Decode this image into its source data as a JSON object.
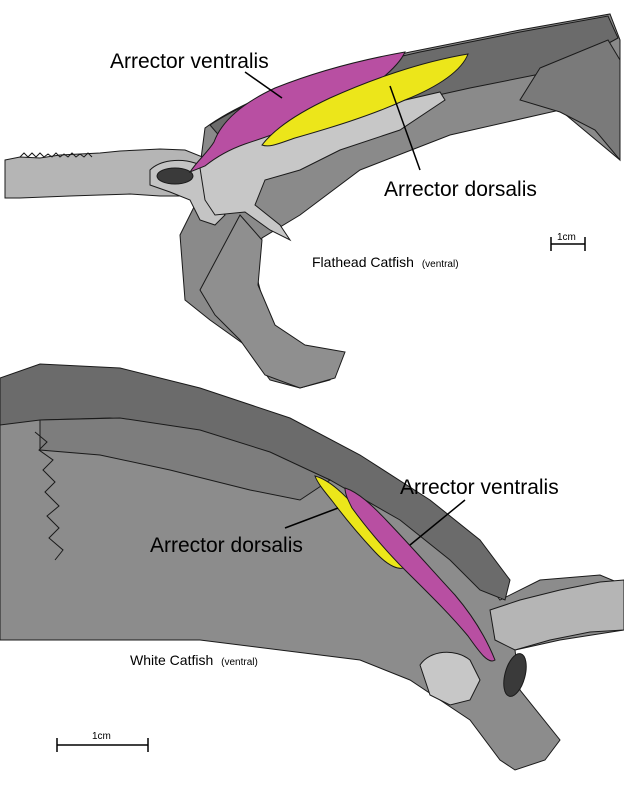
{
  "figure": {
    "top_panel": {
      "species": "Flathead Catfish",
      "view": "(ventral)",
      "label_ventralis": "Arrector ventralis",
      "label_dorsalis": "Arrector dorsalis",
      "scale_label": "1cm"
    },
    "bottom_panel": {
      "species": "White Catfish",
      "view": "(ventral)",
      "label_ventralis": "Arrector ventralis",
      "label_dorsalis": "Arrector dorsalis",
      "scale_label": "1cm"
    }
  },
  "colors": {
    "arrector_ventralis": "#b84fa2",
    "arrector_dorsalis": "#ece61a",
    "bone_dark": "#6b6b6b",
    "bone_mid": "#8c8c8c",
    "bone_light": "#b8b8b8",
    "outline": "#1a1a1a"
  }
}
